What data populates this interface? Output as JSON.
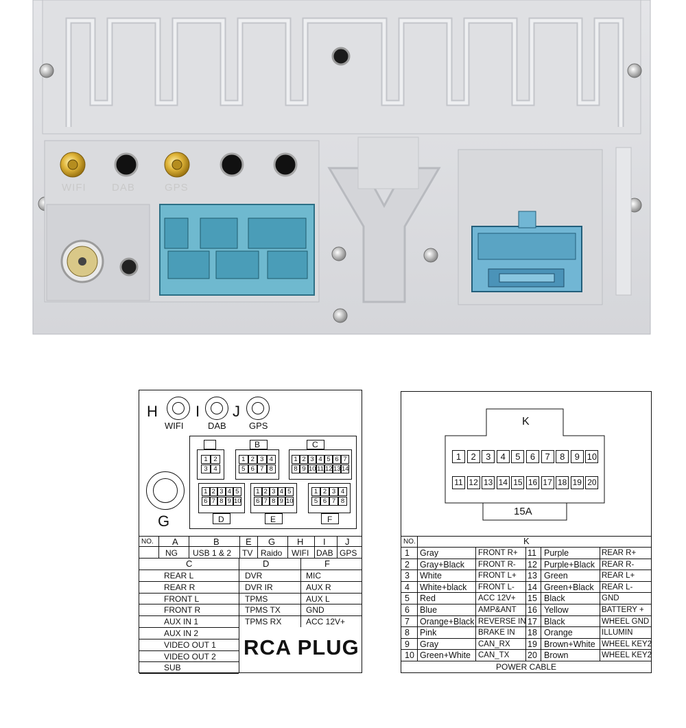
{
  "photo": {
    "antenna_labels": [
      "WIFI",
      "DAB",
      "GPS"
    ]
  },
  "left": {
    "ports": [
      {
        "letter": "H",
        "label": "WIFI"
      },
      {
        "letter": "I",
        "label": "DAB"
      },
      {
        "letter": "J",
        "label": "GPS"
      }
    ],
    "g_label": "G",
    "connectors": {
      "A": {
        "rows": [
          [
            "1",
            "2"
          ],
          [
            "3",
            "4"
          ]
        ]
      },
      "B": {
        "rows": [
          [
            "1",
            "2",
            "3",
            "4"
          ],
          [
            "5",
            "6",
            "7",
            "8"
          ]
        ]
      },
      "C": {
        "rows": [
          [
            "3",
            "4",
            "5",
            "6",
            "7"
          ],
          [
            "8",
            "9",
            "10",
            "11",
            "12",
            "13",
            "14"
          ]
        ],
        "row1_pre": [
          "1",
          "2"
        ]
      },
      "D": {
        "rows": [
          [
            "1",
            "2",
            "3",
            "4",
            "5"
          ],
          [
            "6",
            "7",
            "8",
            "9",
            "10"
          ]
        ]
      },
      "E": {
        "rows": [
          [
            "1",
            "2",
            "3",
            "4",
            "5"
          ],
          [
            "6",
            "7",
            "8",
            "9",
            "10"
          ]
        ]
      },
      "F": {
        "rows": [
          [
            "1",
            "2",
            "3",
            "4"
          ],
          [
            "5",
            "6",
            "7",
            "8"
          ]
        ]
      }
    },
    "table": {
      "no": "NO.",
      "head_letters": [
        "A",
        "B",
        "E",
        "G",
        "H",
        "I",
        "J"
      ],
      "head_values": [
        "NG",
        "USB 1 & 2",
        "TV",
        "Raido",
        "WIFI",
        "DAB",
        "GPS"
      ],
      "section_letters": [
        "C",
        "D",
        "F"
      ],
      "col_c": [
        "REAR L",
        "REAR R",
        "FRONT L",
        "FRONT R",
        "AUX IN 1",
        "AUX IN 2",
        "VIDEO OUT 1",
        "VIDEO OUT 2",
        "SUB"
      ],
      "col_d": [
        "DVR",
        "DVR IR",
        "TPMS",
        "TPMS TX",
        "TPMS RX"
      ],
      "col_f": [
        "MIC",
        "AUX R",
        "AUX L",
        "GND",
        "ACC 12V+"
      ],
      "rca": "RCA  PLUG"
    }
  },
  "right": {
    "k_label": "K",
    "row1": [
      "1",
      "2",
      "3",
      "4",
      "5",
      "6",
      "7",
      "8",
      "9",
      "10"
    ],
    "row2": [
      "11",
      "12",
      "13",
      "14",
      "15",
      "16",
      "17",
      "18",
      "19",
      "20"
    ],
    "fuse": "15A",
    "table": {
      "no": "NO.",
      "k": "K",
      "rows": [
        [
          "1",
          "Gray",
          "FRONT  R+",
          "11",
          "Purple",
          "REAR  R+"
        ],
        [
          "2",
          "Gray+Black",
          "FRONT  R-",
          "12",
          "Purple+Black",
          "REAR  R-"
        ],
        [
          "3",
          "White",
          "FRONT  L+",
          "13",
          "Green",
          "REAR  L+"
        ],
        [
          "4",
          "White+black",
          "FRONT  L-",
          "14",
          "Green+Black",
          "REAR  L-"
        ],
        [
          "5",
          "Red",
          "ACC 12V+",
          "15",
          "Black",
          "GND"
        ],
        [
          "6",
          "Blue",
          "AMP&ANT",
          "16",
          "Yellow",
          "BATTERY +"
        ],
        [
          "7",
          "Orange+Black",
          "REVERSE IN",
          "17",
          "Black",
          "WHEEL GND"
        ],
        [
          "8",
          "Pink",
          "BRAKE IN",
          "18",
          "Orange",
          "ILLUMIN"
        ],
        [
          "9",
          "Gray",
          "CAN_RX",
          "19",
          "Brown+White",
          "WHEEL KEY2"
        ],
        [
          "10",
          "Green+White",
          "CAN_TX",
          "20",
          "Brown",
          "WHEEL KEY2"
        ]
      ],
      "footer": "POWER CABLE"
    }
  }
}
